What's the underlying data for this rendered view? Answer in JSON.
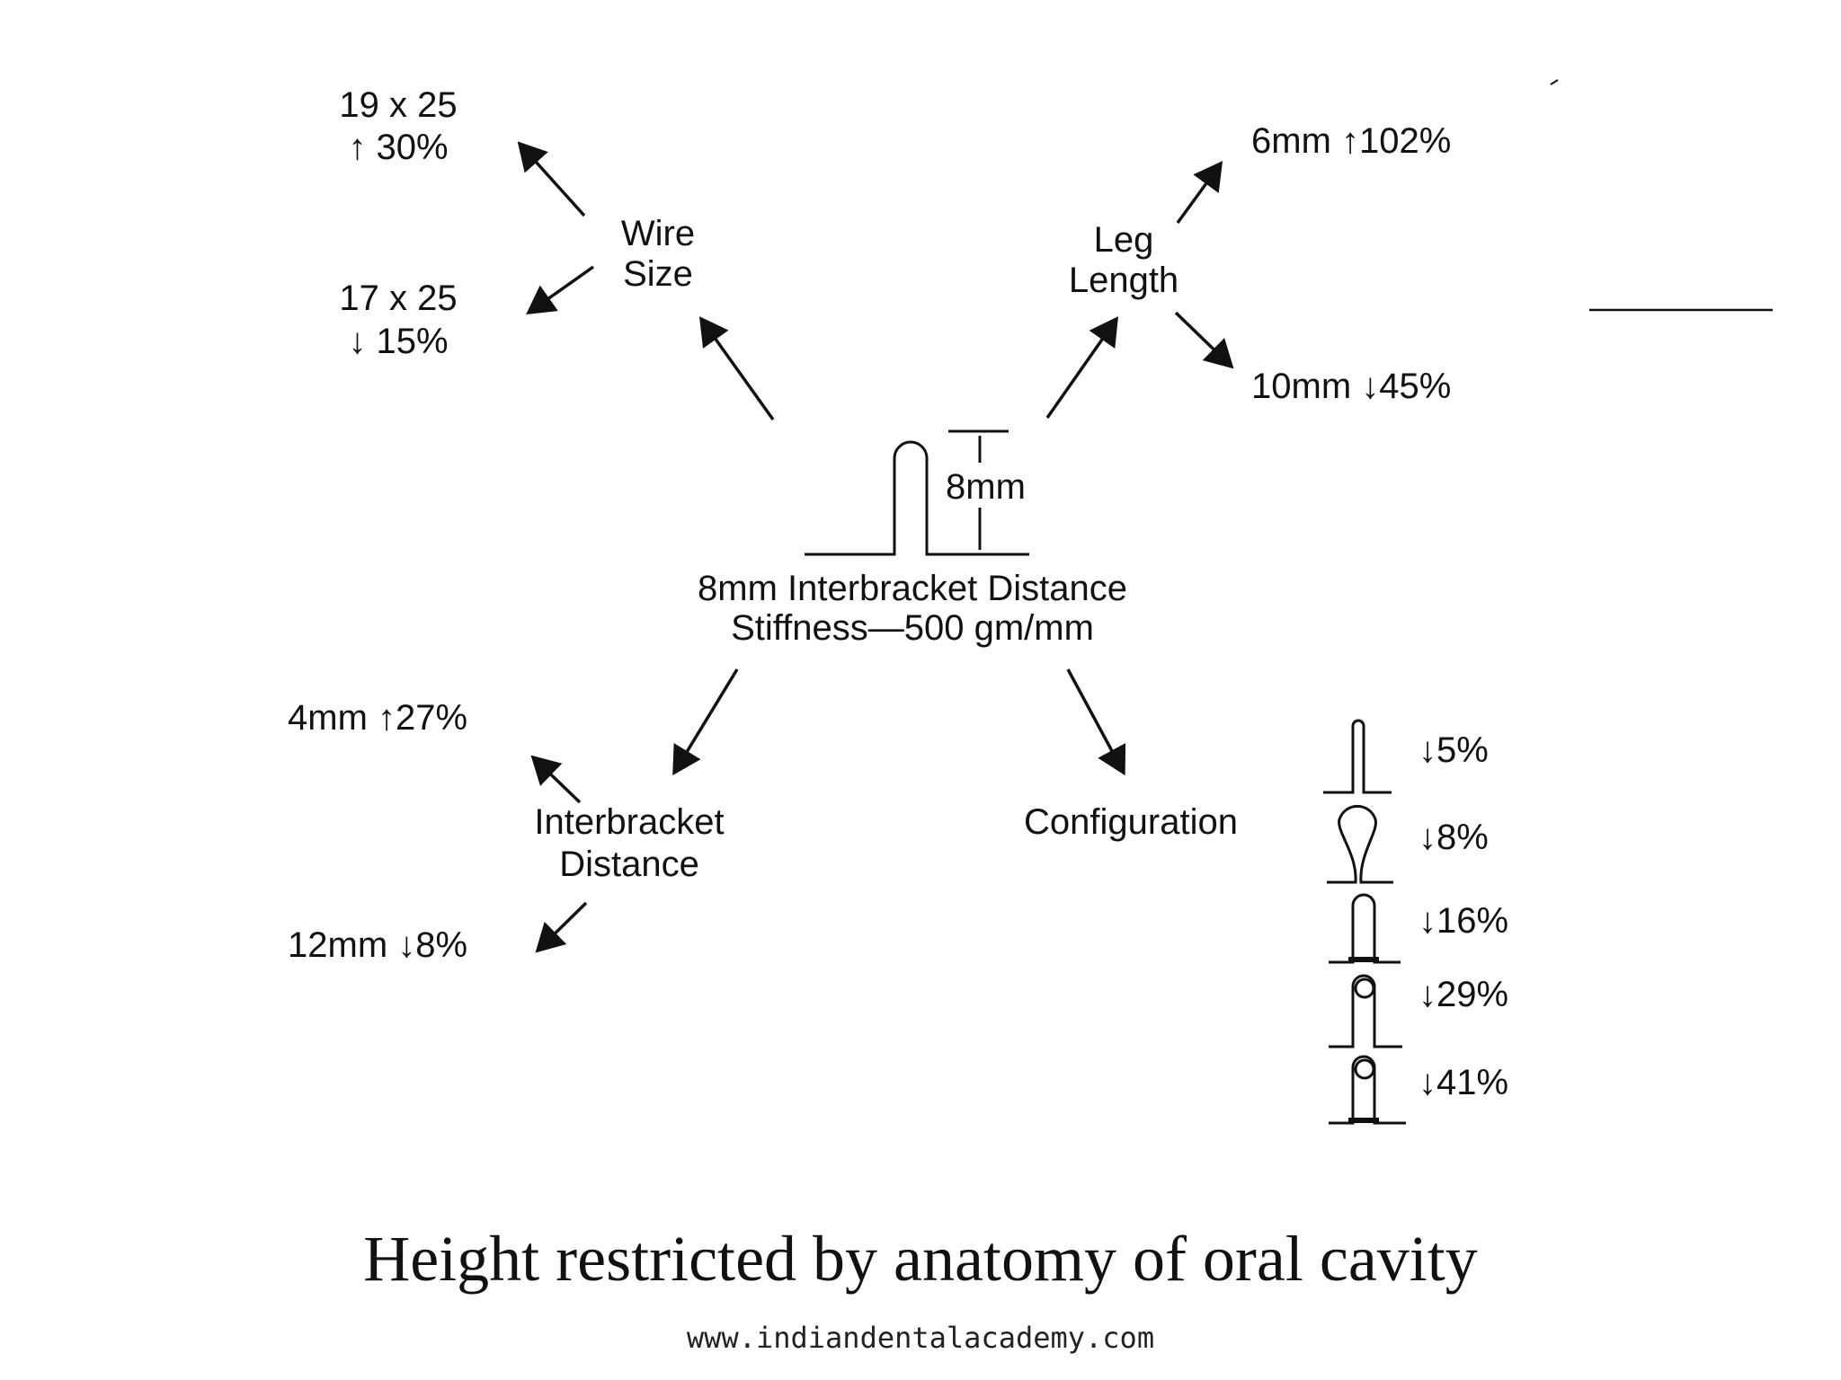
{
  "diagram": {
    "center": {
      "loop_height_label": "8mm",
      "line1": "8mm Interbracket Distance",
      "line2": "Stiffness—500 gm/mm"
    },
    "wire_size": {
      "label_line1": "Wire",
      "label_line2": "Size",
      "up_value": "19 x 25",
      "up_change": "↑ 30%",
      "down_value": "17 x 25",
      "down_change": "↓ 15%"
    },
    "leg_length": {
      "label_line1": "Leg",
      "label_line2": "Length",
      "up": "6mm ↑102%",
      "down": "10mm ↓45%"
    },
    "interbracket_distance": {
      "label_line1": "Interbracket",
      "label_line2": "Distance",
      "up": "4mm ↑27%",
      "down": "12mm ↓8%"
    },
    "configuration": {
      "label": "Configuration",
      "items": [
        {
          "shape": "narrow-loop",
          "change": "↓5%"
        },
        {
          "shape": "teardrop-loop",
          "change": "↓8%"
        },
        {
          "shape": "closed-vertical-loop",
          "change": "↓16%"
        },
        {
          "shape": "helix-loop",
          "change": "↓29%"
        },
        {
          "shape": "closed-helix-loop",
          "change": "↓41%"
        }
      ]
    }
  },
  "caption": "Height restricted by anatomy of oral cavity",
  "footer": "www.indiandentalacademy.com",
  "colors": {
    "ink": "#111111",
    "background": "#ffffff"
  }
}
